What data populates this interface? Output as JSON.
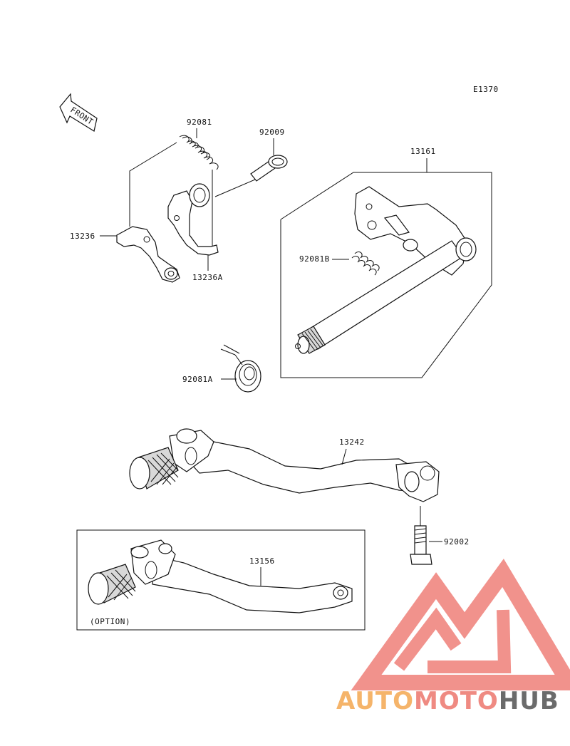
{
  "diagram_code": "E1370",
  "front_arrow": {
    "label": "FRONT"
  },
  "parts": {
    "spring": "92081",
    "bolt": "92009",
    "pawl": "13236",
    "guide": "13236A",
    "shaft_assembly": "13161",
    "small_spring": "92081B",
    "return_spring": "92081A",
    "pedal": "13242",
    "pedal_bolt": "92002",
    "option_pedal": "13156"
  },
  "option_label": "(OPTION)",
  "watermark": {
    "part1": "AUTO",
    "part2": "MOTO",
    "part3": "HUB",
    "color1": "#f5b46a",
    "color2": "#ef8a82",
    "color3": "#6b6b6b",
    "logo_color": "#ef7f78"
  }
}
